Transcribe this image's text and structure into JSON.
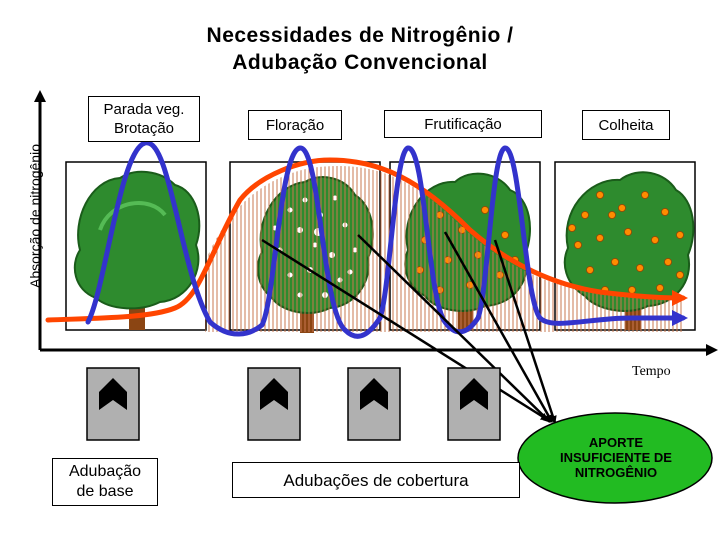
{
  "title": {
    "line1": "Necessidades de Nitrogênio /",
    "line2": "Adubação Convencional"
  },
  "axes": {
    "y_label": "Absorção de nitrogênio",
    "x_label": "Tempo"
  },
  "stages": [
    {
      "id": "parada",
      "line1": "Parada veg.",
      "line2": "Brotação"
    },
    {
      "id": "floracao",
      "label": "Floração"
    },
    {
      "id": "frutificacao",
      "label": "Frutificação"
    },
    {
      "id": "colheita",
      "label": "Colheita"
    }
  ],
  "fertilization": {
    "base_line1": "Adubação",
    "base_line2": "de base",
    "cover": "Adubações de cobertura"
  },
  "callout": {
    "line1": "APORTE",
    "line2": "INSUFICIENTE DE",
    "line3": "NITROGÊNIO"
  },
  "colors": {
    "demand_curve": "#ff4500",
    "supply_curve": "#3333cc",
    "foliage": "#2e8b2e",
    "callout_fill": "#22bb22",
    "hatch": "#c87850",
    "bag": "#b0b0b0",
    "trunk": "#8b4513"
  }
}
